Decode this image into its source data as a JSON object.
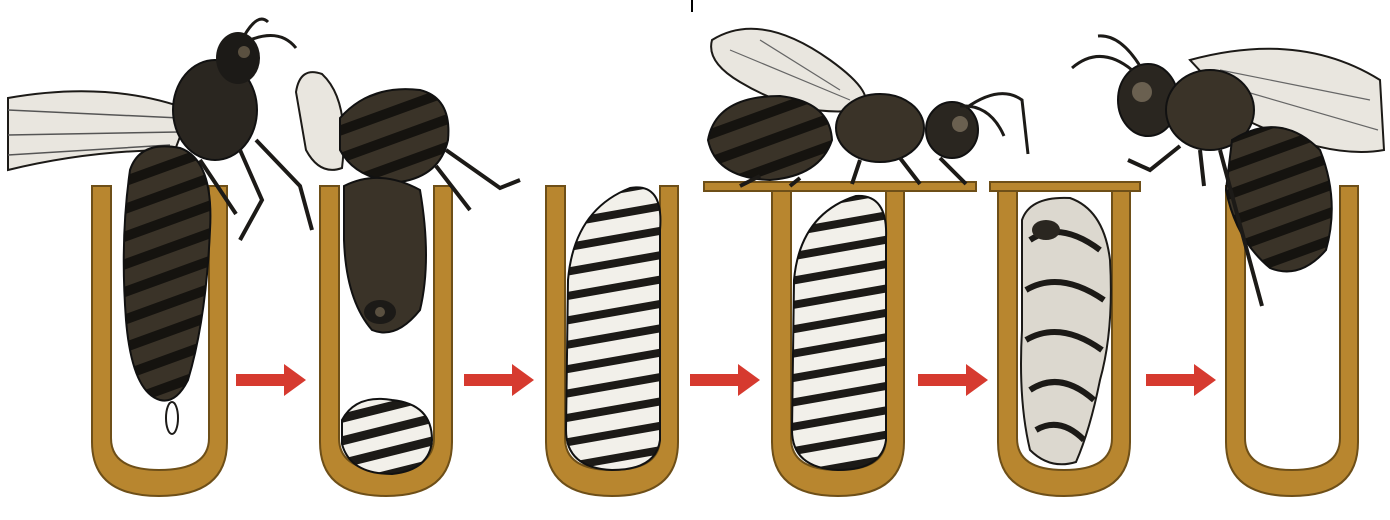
{
  "figure": {
    "stages": [
      {
        "id": "egg",
        "icon": "egg-laying-bee-icon"
      },
      {
        "id": "larva",
        "icon": "larva-icon"
      },
      {
        "id": "capped-larva",
        "icon": "prepupa-icon"
      },
      {
        "id": "sealed-cell",
        "icon": "prepupa-icon"
      },
      {
        "id": "pupa",
        "icon": "pupa-icon"
      },
      {
        "id": "adult",
        "icon": "emerging-bee-icon"
      }
    ],
    "colors": {
      "cell": "#b8862f",
      "cell_inner": "#ffffff",
      "arrow": "#d63a2f",
      "bee_dark": "#1c1a17",
      "bee_mid": "#5a5040",
      "wing": "#e9e6df",
      "larva_light": "#f2f0ea"
    }
  }
}
